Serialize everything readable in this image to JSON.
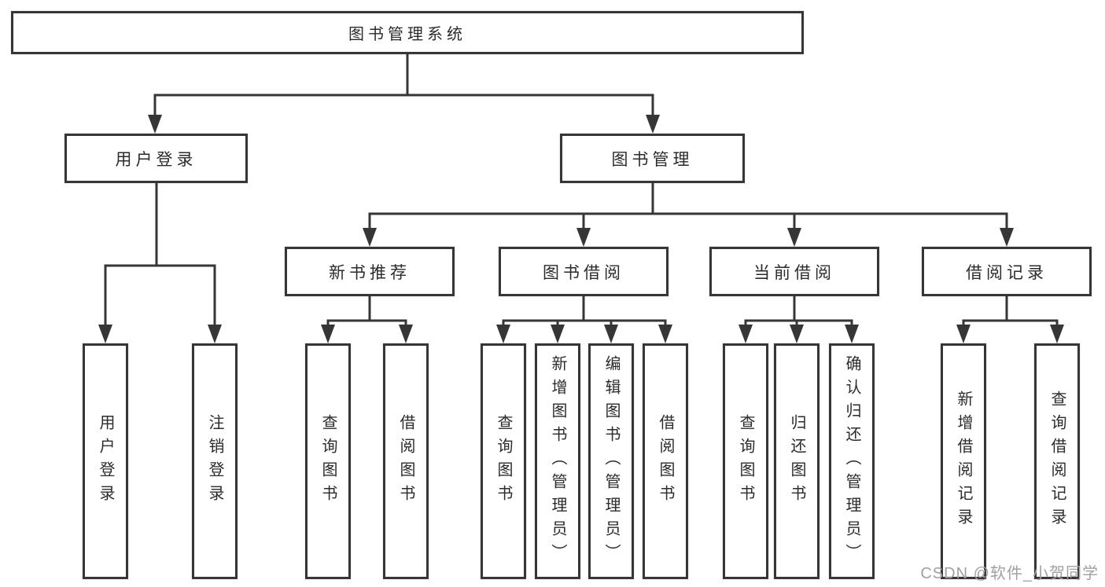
{
  "nodes": {
    "root": {
      "label": "图书管理系统"
    },
    "user_login": {
      "label": "用户登录"
    },
    "book_mgmt": {
      "label": "图书管理"
    },
    "leaf_user_login": {
      "label": "用户登录"
    },
    "leaf_logout": {
      "label": "注销登录"
    },
    "new_book_rec": {
      "label": "新书推荐"
    },
    "book_borrow": {
      "label": "图书借阅"
    },
    "current_borrow": {
      "label": "当前借阅"
    },
    "borrow_records": {
      "label": "借阅记录"
    },
    "nbr_query_book": {
      "label": "查询图书"
    },
    "nbr_borrow_book": {
      "label": "借阅图书"
    },
    "bb_query_book": {
      "label": "查询图书"
    },
    "bb_add_book": {
      "label": "新增图书（管理员）"
    },
    "bb_edit_book": {
      "label": "编辑图书（管理员）"
    },
    "bb_borrow_book": {
      "label": "借阅图书"
    },
    "cb_query_book": {
      "label": "查询图书"
    },
    "cb_return_book": {
      "label": "归还图书"
    },
    "cb_confirm_return": {
      "label": "确认归还（管理员）"
    },
    "br_add_record": {
      "label": "新增借阅记录"
    },
    "br_query_record": {
      "label": "查询借阅记录"
    }
  },
  "watermark": {
    "text": "CSDN @软件_小贺同学"
  },
  "colors": {
    "line": "#363636",
    "text": "#2b2b2b",
    "watermark": "#a0a0a0",
    "background": "#ffffff"
  }
}
